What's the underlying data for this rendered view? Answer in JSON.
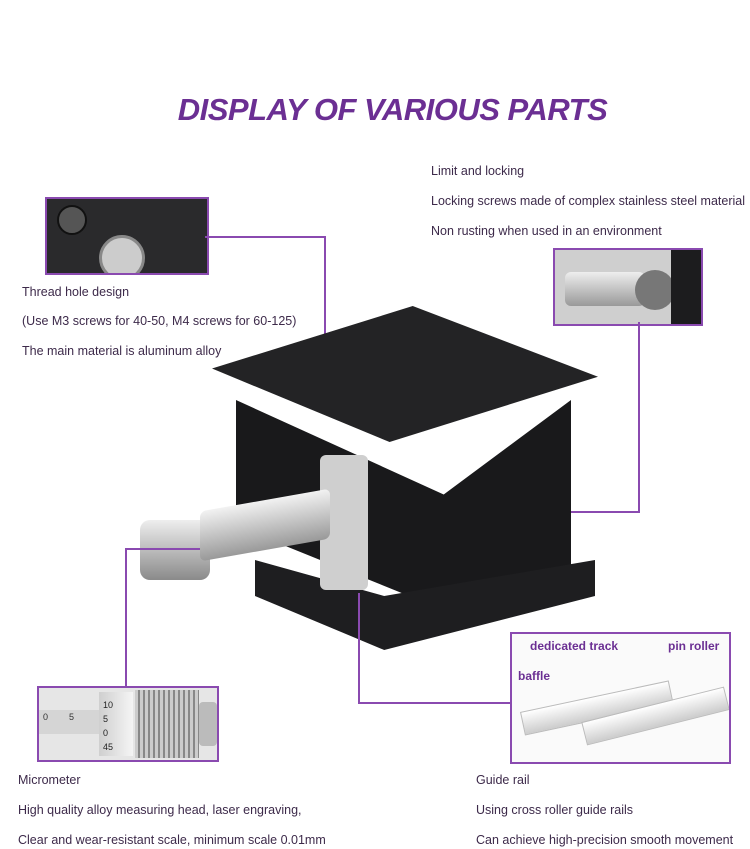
{
  "title": "DISPLAY OF VARIOUS PARTS",
  "colors": {
    "accent": "#6b2f93",
    "line": "#8a4ab0",
    "stage": "#1c1c1e"
  },
  "limit_locking": {
    "heading": "Limit and locking",
    "lines": [
      "Locking screws made of complex stainless steel material",
      "Non rusting when used in an environment"
    ]
  },
  "thread_hole": {
    "heading": "Thread hole design",
    "lines": [
      "(Use M3 screws for 40-50, M4 screws for 60-125)",
      "The main material is aluminum alloy"
    ]
  },
  "micrometer": {
    "heading": "Micrometer",
    "lines": [
      "High quality alloy measuring head, laser engraving,",
      "Clear and wear-resistant scale, minimum scale 0.01mm"
    ],
    "scale_marks": [
      "10",
      "5",
      "0",
      "45"
    ],
    "sleeve_marks": [
      "0",
      "5"
    ]
  },
  "guide_rail": {
    "heading": "Guide rail",
    "lines": [
      "Using cross roller guide rails",
      "Can achieve high-precision smooth movement"
    ],
    "callouts": {
      "track": "dedicated track",
      "roller": "pin roller",
      "baffle": "baffle"
    }
  }
}
